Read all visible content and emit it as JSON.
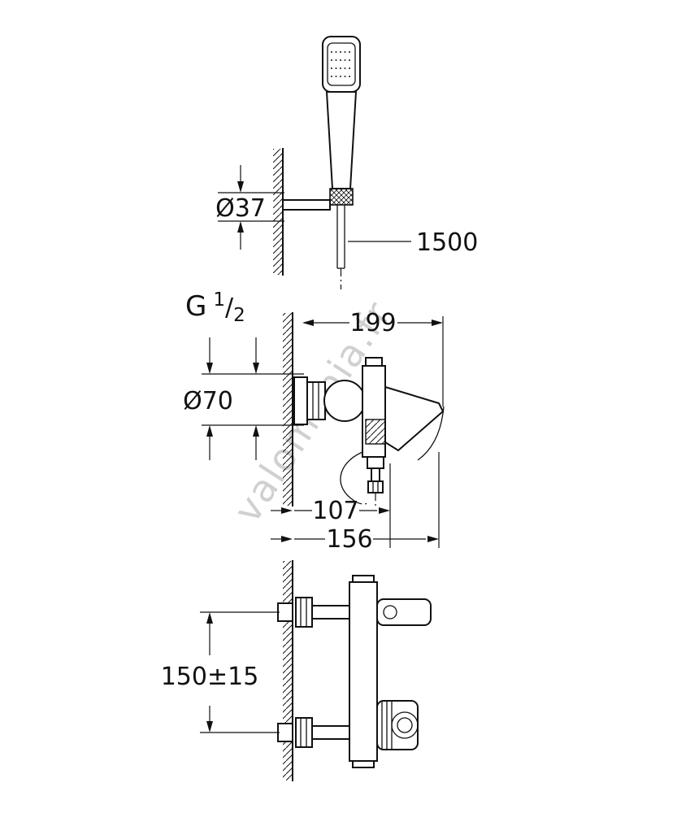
{
  "watermark": "valomania.fr",
  "labels": {
    "hose_length": "1500",
    "holder_diameter": "Ø37",
    "thread_prefix": "G",
    "thread_numerator": "1",
    "thread_slash": "/",
    "thread_denominator": "2",
    "width_overall": "199",
    "body_diameter": "Ø70",
    "spout_projection": "107",
    "overall_projection": "156",
    "connection_spacing": "150±15"
  },
  "colors": {
    "line": "#111111",
    "watermark": "#cccccc",
    "background": "#ffffff"
  }
}
